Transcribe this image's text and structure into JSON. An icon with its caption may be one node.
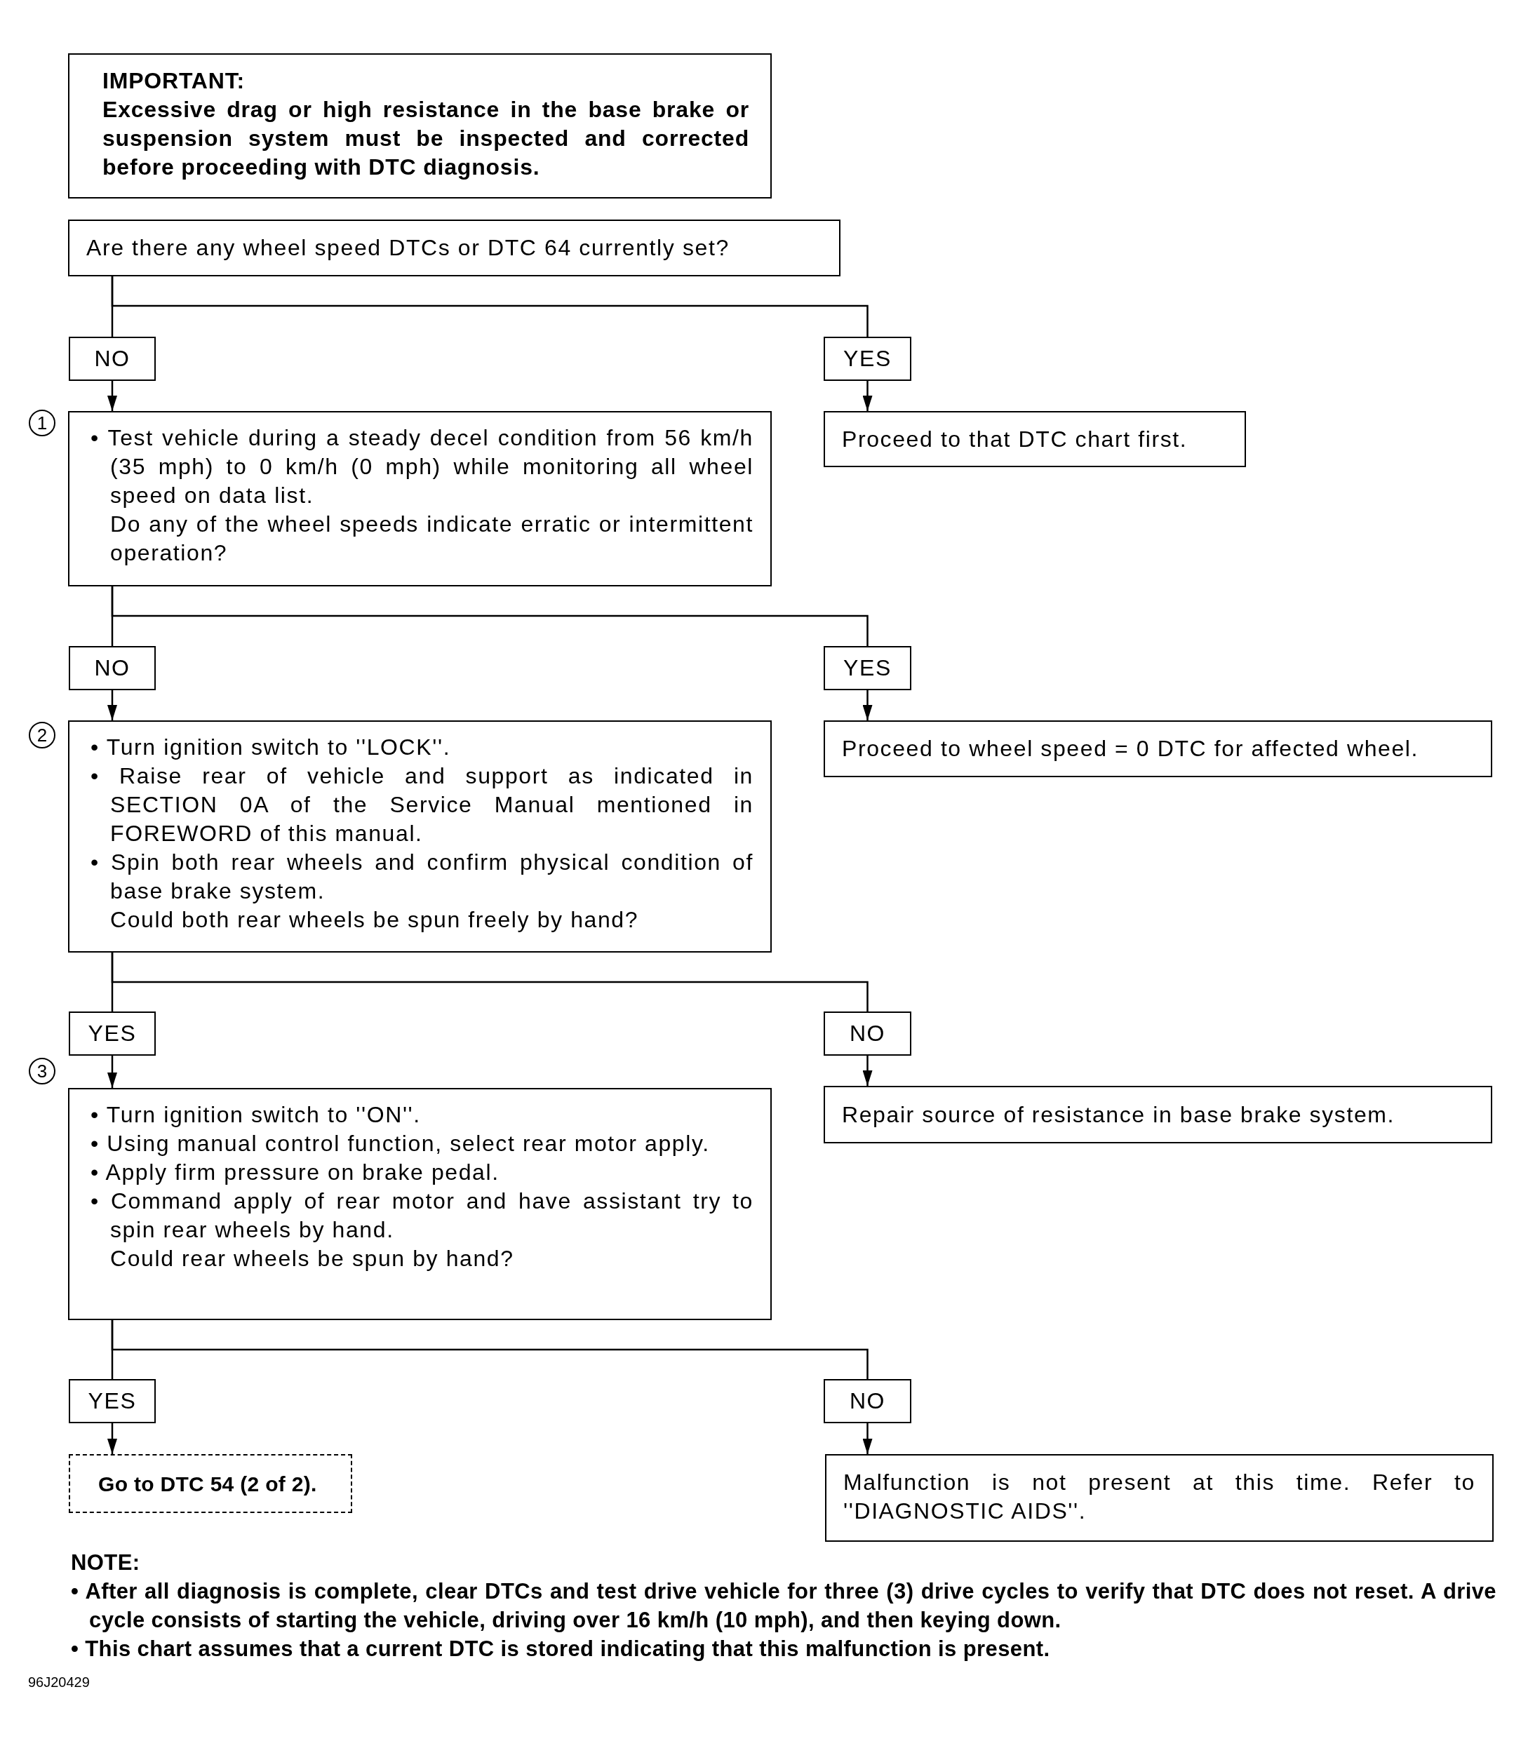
{
  "diagram": {
    "nodes": [
      {
        "text": [
          "IMPORTANT:",
          "Excessive drag or high resistance in the base brake or suspension system must be inspected and corrected before proceeding with DTC diagnosis."
        ]
      },
      {
        "text": [
          "Are there any wheel speed DTCs or DTC 64 currently set?"
        ]
      },
      {
        "text": [
          "NO"
        ]
      },
      {
        "text": [
          "YES"
        ]
      },
      {
        "text": [
          "• Test vehicle during a steady decel condition from 56 km/h (35 mph) to 0 km/h (0 mph) while monitoring all wheel speed on data list.",
          "Do any of the wheel speeds indicate erratic or intermittent operation?"
        ],
        "beside": [
          "1"
        ]
      },
      {
        "text": [
          "Proceed to that DTC chart first."
        ]
      },
      {
        "text": [
          "NO"
        ]
      },
      {
        "text": [
          "YES"
        ]
      },
      {
        "text": [
          "• Turn ignition switch to ''LOCK''.",
          "• Raise rear of vehicle and support as indicated in SECTION 0A of the Service Manual mentioned in FOREWORD of this manual.",
          "• Spin both rear wheels and confirm physical condition of base brake system.",
          "Could both rear wheels be spun freely by hand?"
        ],
        "beside": [
          "2"
        ]
      },
      {
        "text": [
          "Proceed to wheel speed = 0 DTC for affected wheel."
        ]
      },
      {
        "text": [
          "YES"
        ]
      },
      {
        "text": [
          "NO"
        ]
      },
      {
        "text": [
          "• Turn ignition switch to ''ON''.",
          "• Using manual control function, select rear motor apply.",
          "• Apply firm pressure on brake pedal.",
          "• Command apply of rear motor and have assistant try to spin rear wheels by hand.",
          "Could rear wheels be spun by hand?"
        ],
        "beside": [
          "3"
        ]
      },
      {
        "text": [
          "Repair source of resistance in base brake system."
        ]
      },
      {
        "text": [
          "YES"
        ]
      },
      {
        "text": [
          "NO"
        ]
      },
      {
        "text": [
          "Go to DTC 54 (2 of 2)."
        ]
      },
      {
        "text": [
          "Malfunction is not present at this time. Refer to ''DIAGNOSTIC AIDS''."
        ]
      }
    ],
    "edges": [
      {
        "from": 1,
        "to": 2,
        "arrow": "none"
      },
      {
        "from": 1,
        "to": 3,
        "arrow": "none"
      },
      {
        "from": 2,
        "to": 4,
        "arrow": "to"
      },
      {
        "from": 3,
        "to": 5,
        "arrow": "to"
      },
      {
        "from": 4,
        "to": 6,
        "arrow": "none"
      },
      {
        "from": 4,
        "to": 7,
        "arrow": "none"
      },
      {
        "from": 6,
        "to": 8,
        "arrow": "to"
      },
      {
        "from": 7,
        "to": 9,
        "arrow": "to"
      },
      {
        "from": 8,
        "to": 10,
        "arrow": "none"
      },
      {
        "from": 8,
        "to": 11,
        "arrow": "none"
      },
      {
        "from": 10,
        "to": 12,
        "arrow": "to"
      },
      {
        "from": 11,
        "to": 13,
        "arrow": "to"
      },
      {
        "from": 12,
        "to": 14,
        "arrow": "none"
      },
      {
        "from": 12,
        "to": 15,
        "arrow": "none"
      },
      {
        "from": 14,
        "to": 16,
        "arrow": "to"
      },
      {
        "from": 15,
        "to": 17,
        "arrow": "to"
      }
    ],
    "labels": [
      "NOTE:",
      "• After all diagnosis is complete, clear DTCs and test drive vehicle for three (3) drive cycles to verify that DTC does not reset. A drive cycle consists of starting the vehicle, driving over 16 km/h (10 mph), and then keying down.",
      "• This chart assumes that a current DTC is stored indicating that this malfunction is present.",
      "96J20429"
    ]
  }
}
